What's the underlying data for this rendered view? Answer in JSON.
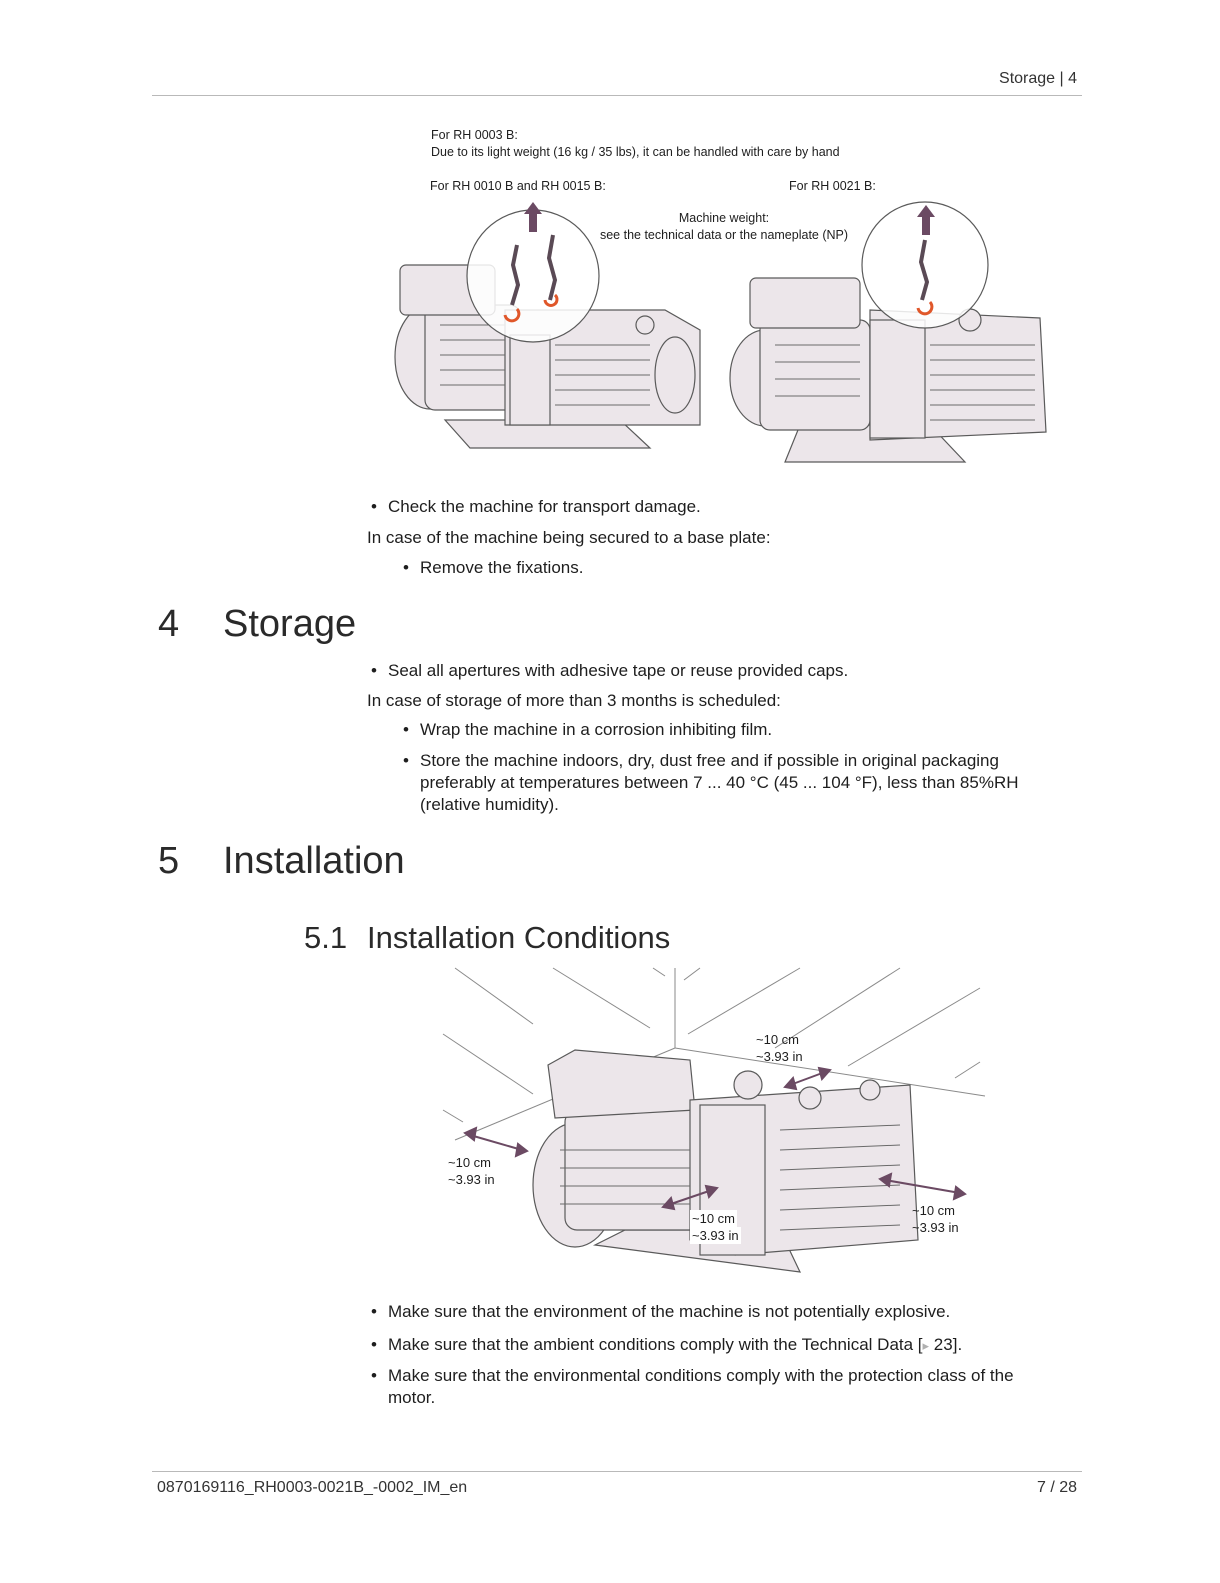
{
  "header": {
    "section_title": "Storage | 4"
  },
  "figure1": {
    "label_rh0003_line1": "For RH 0003 B:",
    "label_rh0003_line2": "Due to its light weight (16 kg / 35 lbs), it can be handled with care by hand",
    "label_rh0010": "For RH 0010 B and RH 0015 B:",
    "label_rh0021": "For RH 0021 B:",
    "weight_line1": "Machine weight:",
    "weight_line2": "see the technical data or the nameplate (NP)"
  },
  "transport": {
    "bullet1": "Check the machine for transport damage.",
    "condition": "In case of the machine being secured to a base plate:",
    "sub_bullet1": "Remove the fixations."
  },
  "section4": {
    "number": "4",
    "title": "Storage",
    "bullet1": "Seal all apertures with adhesive tape or reuse provided caps.",
    "condition": "In case of storage of more than 3 months is scheduled:",
    "sub_bullet1": "Wrap the machine in a corrosion inhibiting film.",
    "sub_bullet2_line1": "Store the machine indoors, dry, dust free and if possible in original packaging",
    "sub_bullet2_line2": "preferably at temperatures between 7 ... 40 °C (45 ... 104 °F), less than 85%RH",
    "sub_bullet2_line3": "(relative humidity)."
  },
  "section5": {
    "number": "5",
    "title": "Installation"
  },
  "section51": {
    "number": "5.1",
    "title": "Installation Conditions",
    "clearance_cm": "~10 cm",
    "clearance_in": "~3.93 in",
    "bullet1": "Make sure that the environment of the machine is not potentially explosive.",
    "bullet2_text": "Make sure that the ambient conditions comply with the Technical Data [",
    "bullet2_ref": "23",
    "bullet2_end": "].",
    "bullet3_line1": "Make sure that the environmental conditions comply with the protection class of the",
    "bullet3_line2": "motor."
  },
  "footer": {
    "doc_id": "0870169116_RH0003-0021B_-0002_IM_en",
    "page": "7 / 28"
  },
  "colors": {
    "machine_fill": "#ece6ea",
    "machine_stroke": "#5a5a5a",
    "arrow_purple": "#6b4a63",
    "hook_orange": "#e0572a"
  },
  "bullet_glyph": "•",
  "ref_arrow_glyph": "▸"
}
